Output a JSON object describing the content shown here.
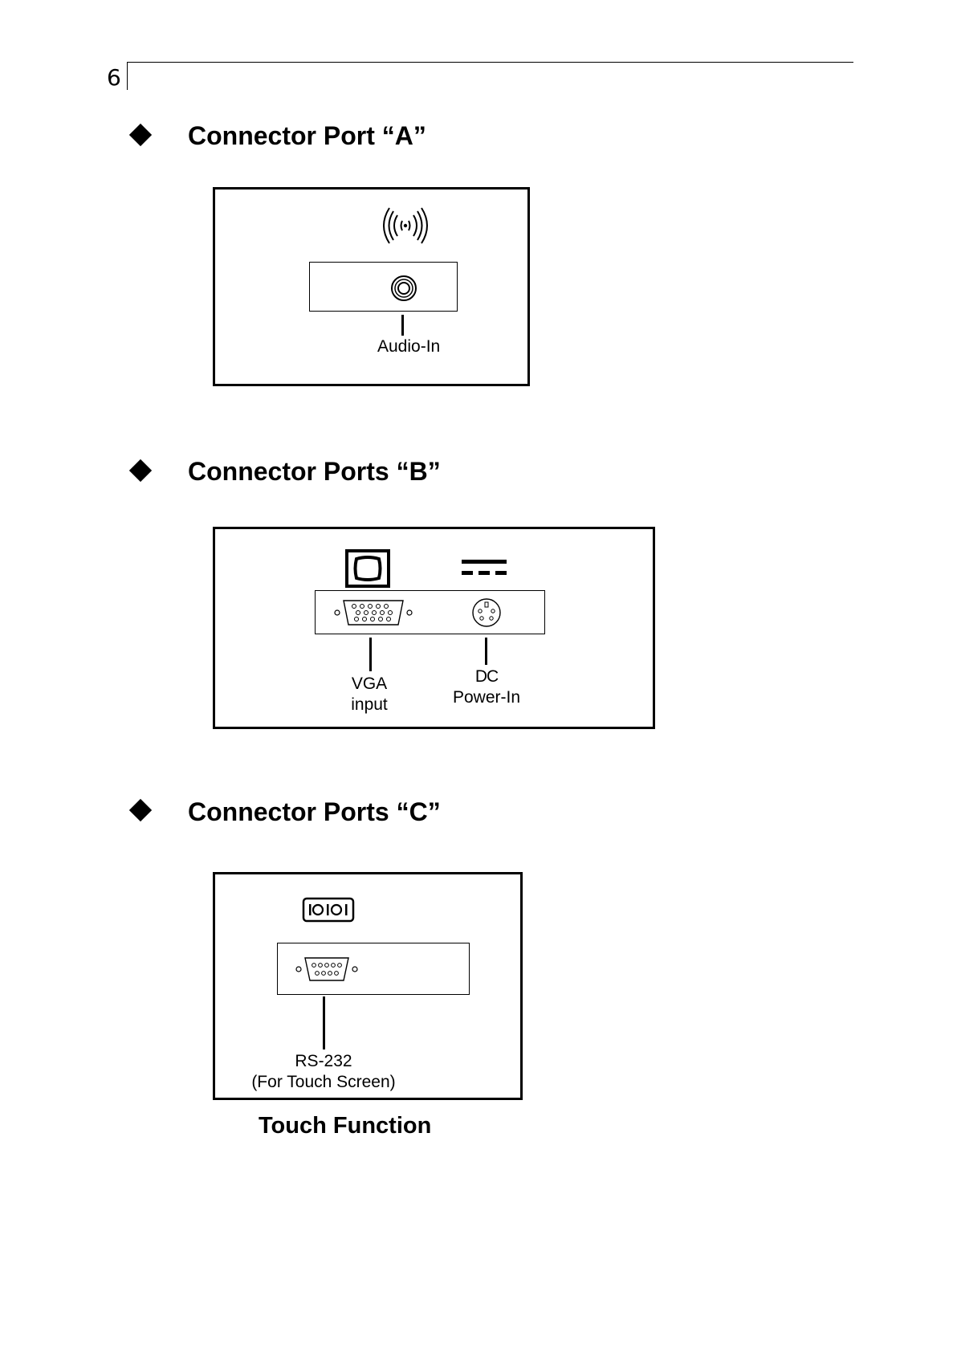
{
  "page": {
    "number": "6"
  },
  "sections": {
    "a": {
      "heading": "Connector Port “A”",
      "port_label": "Audio-In",
      "icons": {
        "symbol": "audio-waves-icon",
        "port": "audio-jack-icon"
      }
    },
    "b": {
      "heading": "Connector Ports “B”",
      "vga_label_line1": "VGA",
      "vga_label_line2": "input",
      "dc_label_line1": "DC",
      "dc_label_line2": "Power-In",
      "icons": {
        "vga_symbol": "monitor-icon",
        "vga_port": "vga-port-icon",
        "dc_symbol": "dc-power-icon",
        "dc_port": "dc-jack-icon"
      }
    },
    "c": {
      "heading": "Connector Ports “C”",
      "rs232_label_line1": "RS-232",
      "rs232_label_line2": "(For Touch Screen)",
      "caption": "Touch Function",
      "icons": {
        "serial_symbol": "serial-ioioi-icon",
        "serial_port": "db9-port-icon"
      }
    }
  }
}
